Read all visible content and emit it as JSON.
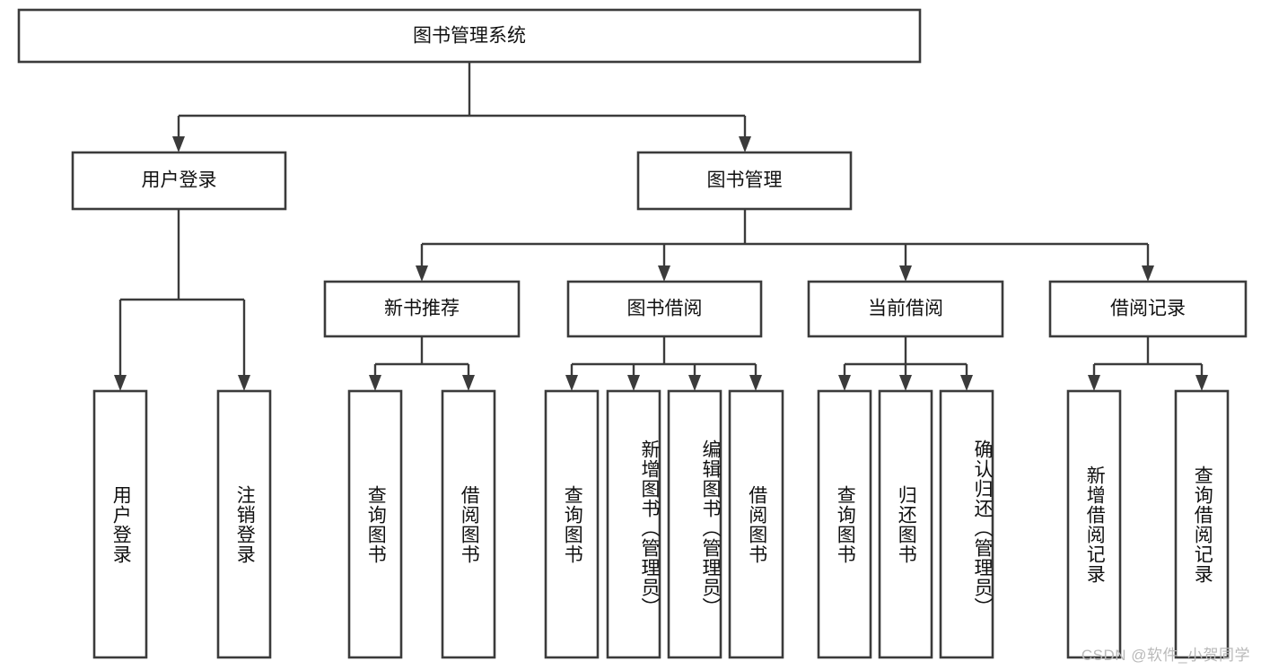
{
  "diagram": {
    "title": "图书管理系统",
    "type": "hierarchy-tree",
    "watermark": "CSDN @软件_小贺同学",
    "colors": {
      "box_stroke": "#3b3b3b",
      "box_fill": "#ffffff",
      "connector": "#3b3b3b",
      "text": "#111111",
      "watermark": "#b9b9b9",
      "background": "#ffffff"
    },
    "root": {
      "label": "图书管理系统"
    },
    "level2": [
      {
        "label": "用户登录"
      },
      {
        "label": "图书管理"
      }
    ],
    "level3": [
      {
        "label": "新书推荐"
      },
      {
        "label": "图书借阅"
      },
      {
        "label": "当前借阅"
      },
      {
        "label": "借阅记录"
      }
    ],
    "leaves": {
      "user_login": [
        {
          "label": "用户登录"
        },
        {
          "label": "注销登录"
        }
      ],
      "new_book_recommend": [
        {
          "label": "查询图书"
        },
        {
          "label": "借阅图书"
        }
      ],
      "book_borrow": [
        {
          "label": "查询图书"
        },
        {
          "label": "新增图书（管理员）"
        },
        {
          "label": "编辑图书（管理员）"
        },
        {
          "label": "借阅图书"
        }
      ],
      "current_borrow": [
        {
          "label": "查询图书"
        },
        {
          "label": "归还图书"
        },
        {
          "label": "确认归还（管理员）"
        }
      ],
      "borrow_record": [
        {
          "label": "新增借阅记录"
        },
        {
          "label": "查询借阅记录"
        }
      ]
    }
  }
}
